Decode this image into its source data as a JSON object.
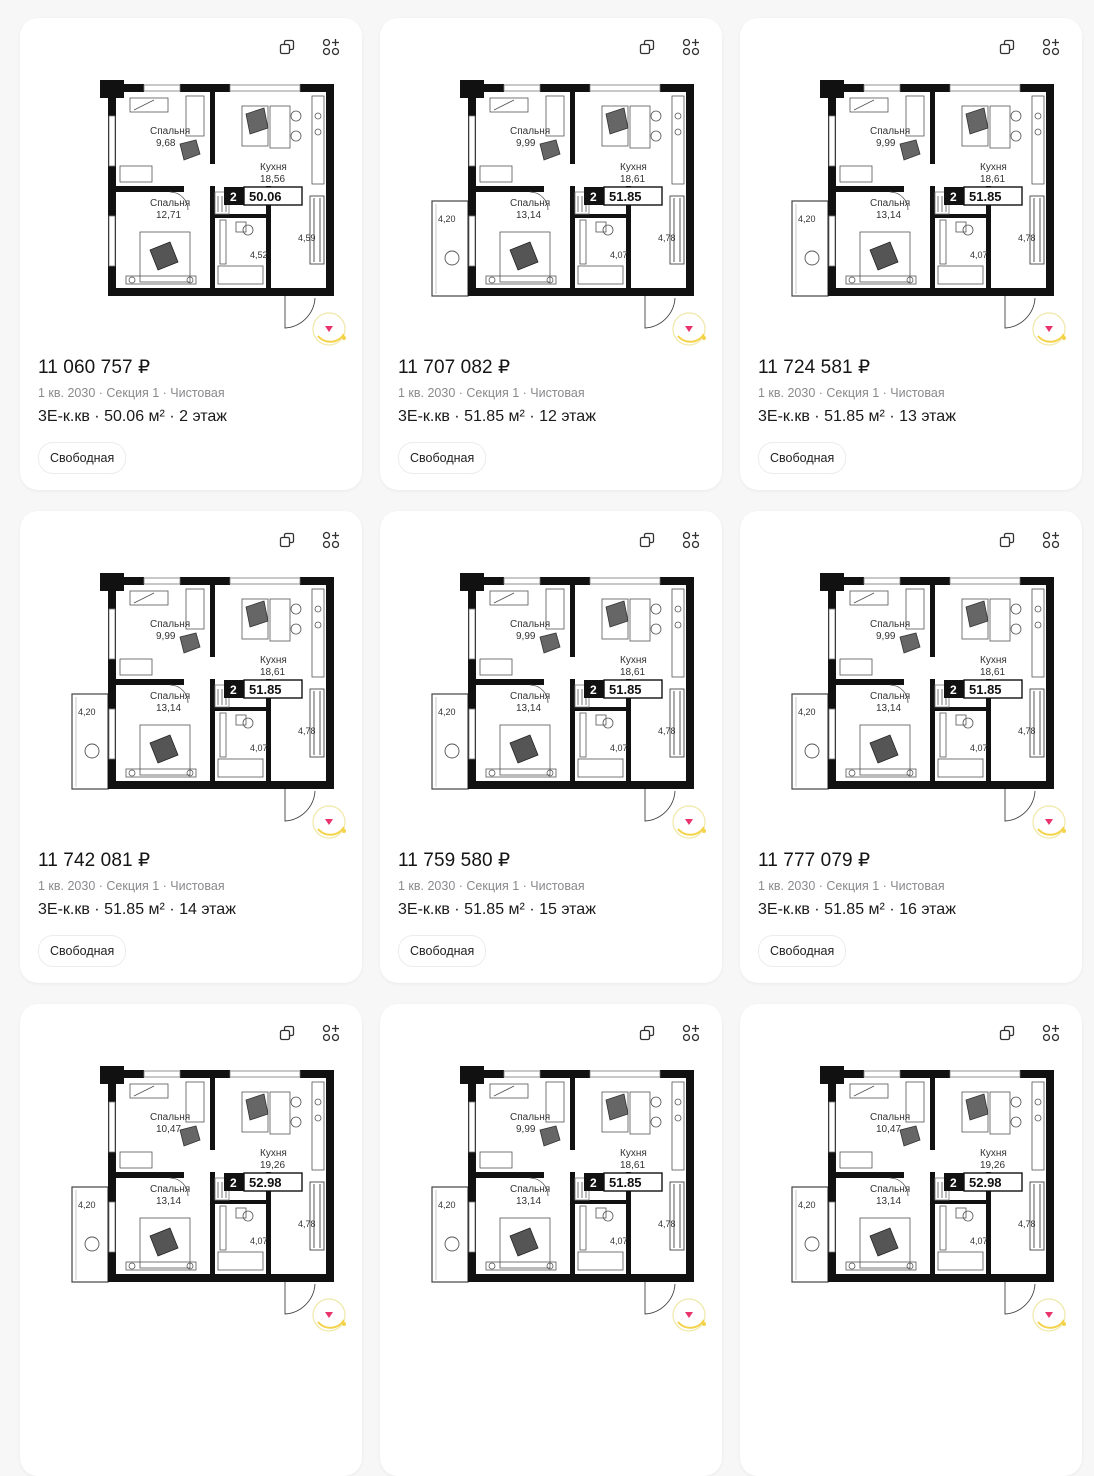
{
  "colors": {
    "accent": "#e8336b",
    "sun": "#f4d34a",
    "wall": "#111111",
    "muted": "#8a8a8e"
  },
  "icons": {
    "copy": "copy-icon",
    "compare": "compare-icon",
    "favorite": "favorite-heart-icon"
  },
  "cards": [
    {
      "price": "11 060 757 ₽",
      "meta": "1 кв. 2030 · Секция 1 · Чистовая",
      "spec": "3Е-к.кв · 50.06 м² · 2 этаж",
      "tag": "Свободная",
      "plan": {
        "rooms_count": "2",
        "total": "50.06",
        "bedroom1_label": "Спальня",
        "bedroom1_area": "9,68",
        "kitchen_label": "Кухня",
        "kitchen_area": "18,56",
        "bedroom2_label": "Спальня",
        "bedroom2_area": "12,71",
        "bath_area": "4,52",
        "hall_area": "4,59",
        "balcony_area": ""
      }
    },
    {
      "price": "11 707 082 ₽",
      "meta": "1 кв. 2030 · Секция 1 · Чистовая",
      "spec": "3Е-к.кв · 51.85 м² · 12 этаж",
      "tag": "Свободная",
      "plan": {
        "rooms_count": "2",
        "total": "51.85",
        "bedroom1_label": "Спальня",
        "bedroom1_area": "9,99",
        "kitchen_label": "Кухня",
        "kitchen_area": "18,61",
        "bedroom2_label": "Спальня",
        "bedroom2_area": "13,14",
        "bath_area": "4,07",
        "hall_area": "4,78",
        "balcony_area": "4,20"
      }
    },
    {
      "price": "11 724 581 ₽",
      "meta": "1 кв. 2030 · Секция 1 · Чистовая",
      "spec": "3Е-к.кв · 51.85 м² · 13 этаж",
      "tag": "Свободная",
      "plan": {
        "rooms_count": "2",
        "total": "51.85",
        "bedroom1_label": "Спальня",
        "bedroom1_area": "9,99",
        "kitchen_label": "Кухня",
        "kitchen_area": "18,61",
        "bedroom2_label": "Спальня",
        "bedroom2_area": "13,14",
        "bath_area": "4,07",
        "hall_area": "4,78",
        "balcony_area": "4,20"
      }
    },
    {
      "price": "11 742 081 ₽",
      "meta": "1 кв. 2030 · Секция 1 · Чистовая",
      "spec": "3Е-к.кв · 51.85 м² · 14 этаж",
      "tag": "Свободная",
      "plan": {
        "rooms_count": "2",
        "total": "51.85",
        "bedroom1_label": "Спальня",
        "bedroom1_area": "9,99",
        "kitchen_label": "Кухня",
        "kitchen_area": "18,61",
        "bedroom2_label": "Спальня",
        "bedroom2_area": "13,14",
        "bath_area": "4,07",
        "hall_area": "4,78",
        "balcony_area": "4,20"
      }
    },
    {
      "price": "11 759 580 ₽",
      "meta": "1 кв. 2030 · Секция 1 · Чистовая",
      "spec": "3Е-к.кв · 51.85 м² · 15 этаж",
      "tag": "Свободная",
      "plan": {
        "rooms_count": "2",
        "total": "51.85",
        "bedroom1_label": "Спальня",
        "bedroom1_area": "9,99",
        "kitchen_label": "Кухня",
        "kitchen_area": "18,61",
        "bedroom2_label": "Спальня",
        "bedroom2_area": "13,14",
        "bath_area": "4,07",
        "hall_area": "4,78",
        "balcony_area": "4,20"
      }
    },
    {
      "price": "11 777 079 ₽",
      "meta": "1 кв. 2030 · Секция 1 · Чистовая",
      "spec": "3Е-к.кв · 51.85 м² · 16 этаж",
      "tag": "Свободная",
      "plan": {
        "rooms_count": "2",
        "total": "51.85",
        "bedroom1_label": "Спальня",
        "bedroom1_area": "9,99",
        "kitchen_label": "Кухня",
        "kitchen_area": "18,61",
        "bedroom2_label": "Спальня",
        "bedroom2_area": "13,14",
        "bath_area": "4,07",
        "hall_area": "4,78",
        "balcony_area": "4,20"
      }
    },
    {
      "price": "",
      "meta": "",
      "spec": "",
      "tag": "",
      "plan": {
        "rooms_count": "2",
        "total": "52.98",
        "bedroom1_label": "Спальня",
        "bedroom1_area": "10,47",
        "kitchen_label": "Кухня",
        "kitchen_area": "19,26",
        "bedroom2_label": "Спальня",
        "bedroom2_area": "13,14",
        "bath_area": "4,07",
        "hall_area": "4,78",
        "balcony_area": "4,20"
      }
    },
    {
      "price": "",
      "meta": "",
      "spec": "",
      "tag": "",
      "plan": {
        "rooms_count": "2",
        "total": "51.85",
        "bedroom1_label": "Спальня",
        "bedroom1_area": "9,99",
        "kitchen_label": "Кухня",
        "kitchen_area": "18,61",
        "bedroom2_label": "Спальня",
        "bedroom2_area": "13,14",
        "bath_area": "4,07",
        "hall_area": "4,78",
        "balcony_area": "4,20"
      }
    },
    {
      "price": "",
      "meta": "",
      "spec": "",
      "tag": "",
      "plan": {
        "rooms_count": "2",
        "total": "52.98",
        "bedroom1_label": "Спальня",
        "bedroom1_area": "10,47",
        "kitchen_label": "Кухня",
        "kitchen_area": "19,26",
        "bedroom2_label": "Спальня",
        "bedroom2_area": "13,14",
        "bath_area": "4,07",
        "hall_area": "4,78",
        "balcony_area": "4,20"
      }
    }
  ]
}
